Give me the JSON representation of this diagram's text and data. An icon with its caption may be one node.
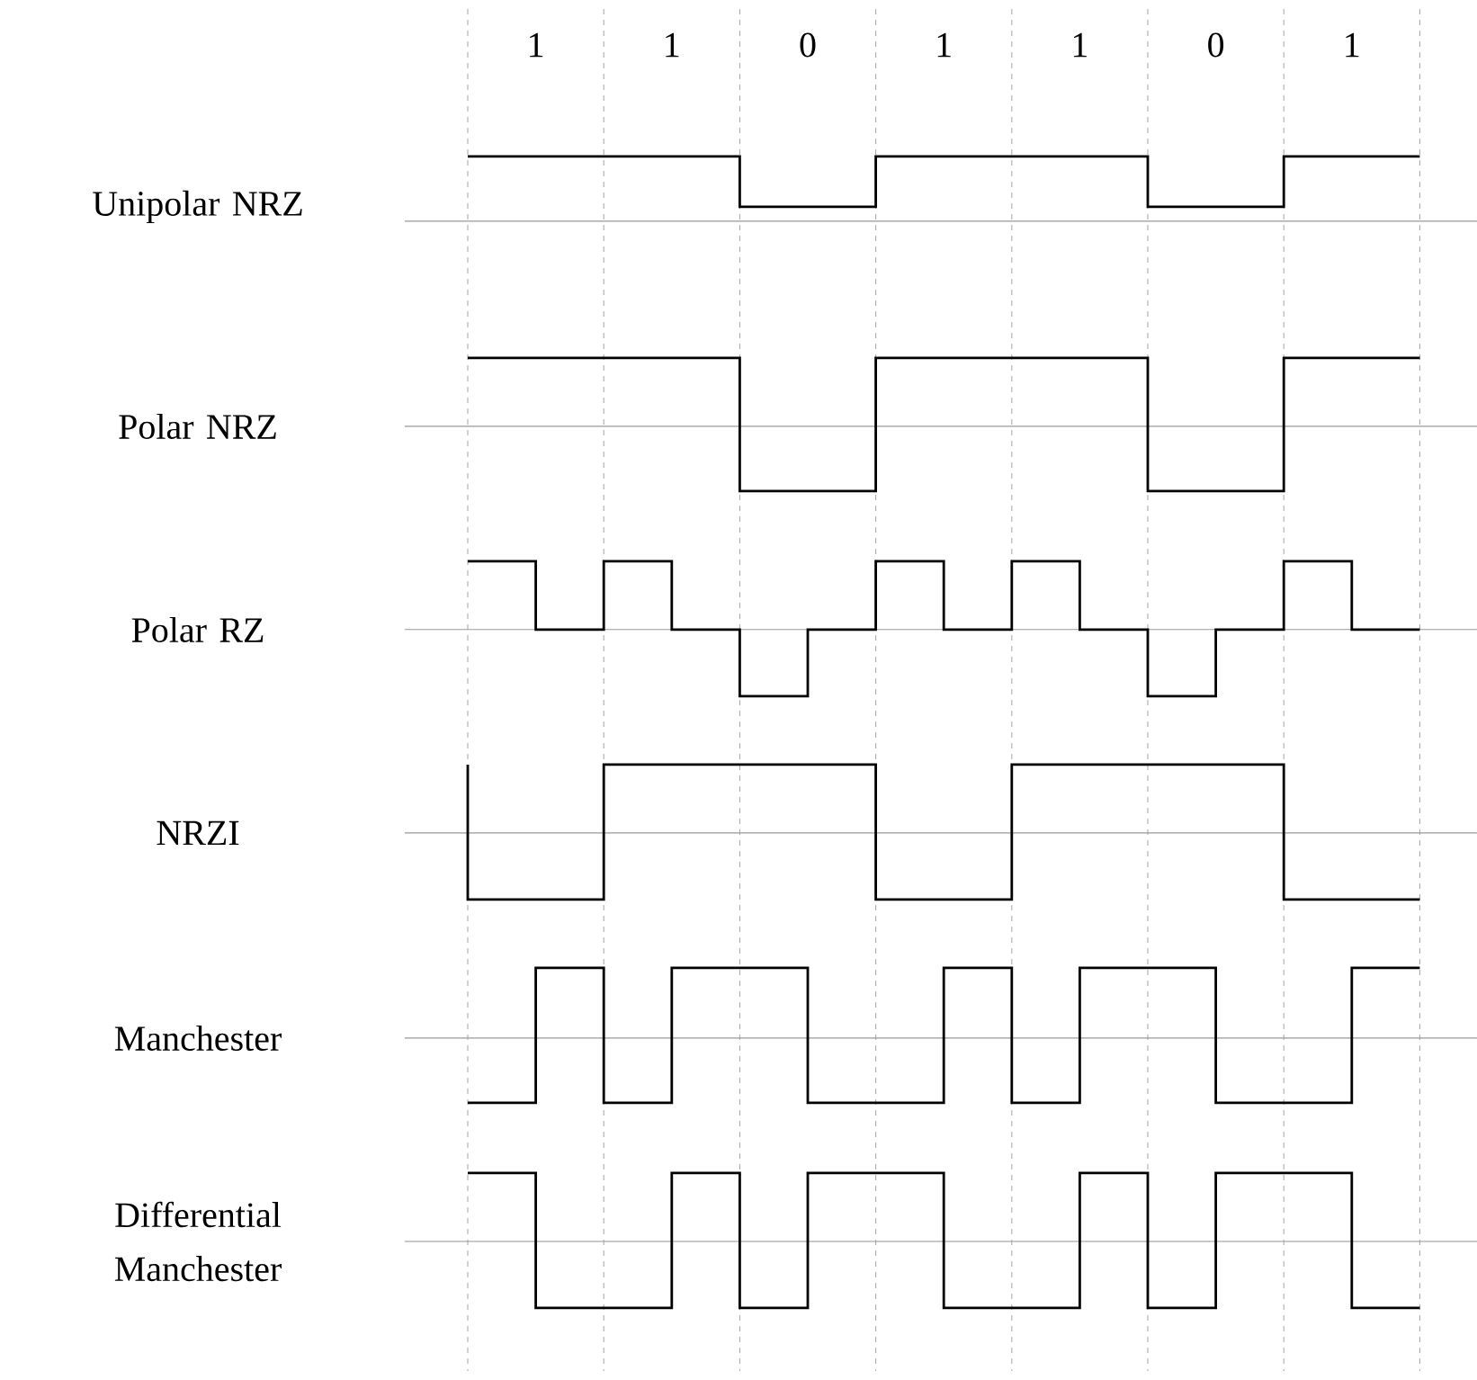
{
  "diagram": {
    "labels": [
      "1",
      "1",
      "0",
      "1",
      "1",
      "0",
      "1",
      "Unipolar NRZ",
      "Polar NRZ",
      "Polar RZ",
      "NRZI",
      "Manchester",
      "Differential Manchester"
    ]
  }
}
